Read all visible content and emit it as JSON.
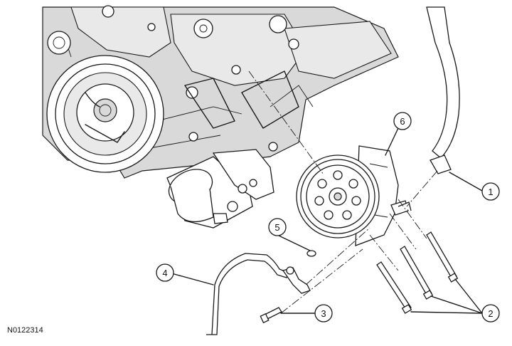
{
  "figure": {
    "reference_code": "N0122314",
    "callouts": [
      {
        "id": "callout-1",
        "label": "1"
      },
      {
        "id": "callout-2",
        "label": "2"
      },
      {
        "id": "callout-3",
        "label": "3"
      },
      {
        "id": "callout-4",
        "label": "4"
      },
      {
        "id": "callout-5",
        "label": "5"
      },
      {
        "id": "callout-6",
        "label": "6"
      }
    ]
  }
}
